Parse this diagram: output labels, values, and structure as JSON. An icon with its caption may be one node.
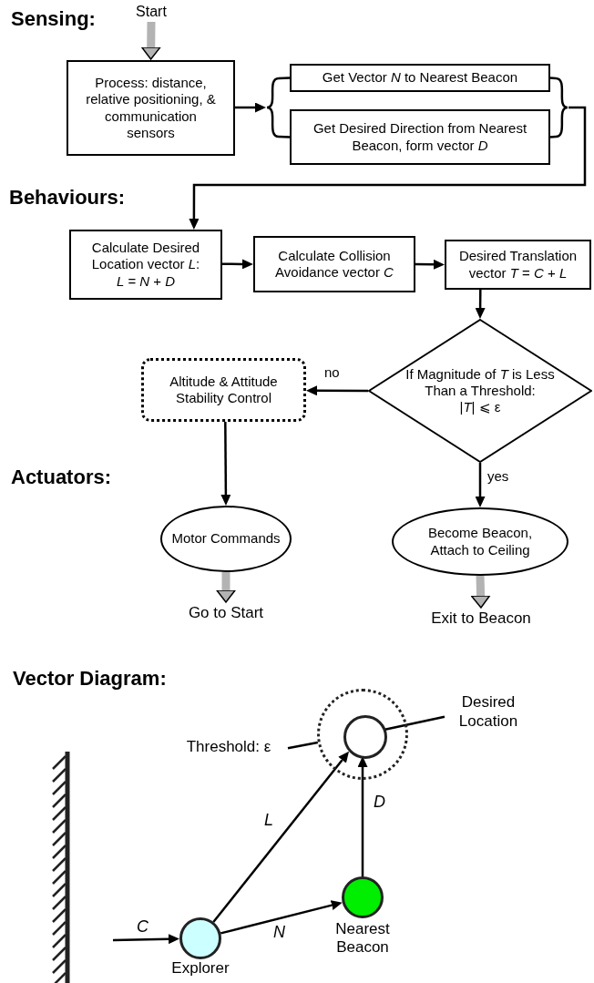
{
  "diagram": {
    "nodes": [
      {
        "text": [
          "Start"
        ]
      },
      {
        "text": [
          "Process: distance, relative positioning, & communication sensors"
        ]
      },
      {
        "text": [],
        "shape": "brace"
      },
      {
        "text": [
          "Get Vector *N* to Nearest Beacon"
        ]
      },
      {
        "text": [
          "Get Desired Direction from Nearest Beacon, form vector *D*"
        ]
      },
      {
        "text": [],
        "shape": "brace"
      },
      {
        "text": [
          "Calculate Desired Location vector *L*:",
          "*L* = *N* + *D*"
        ]
      },
      {
        "text": [
          "Calculate Collision Avoidance vector *C*"
        ]
      },
      {
        "text": [
          "Desired Translation vector *T* = *C* + *L*"
        ]
      },
      {
        "text": [
          "If Magnitude of *T* is Less Than a Threshold:",
          "|*T*| ⩽ ε"
        ]
      },
      {
        "text": [
          "Altitude & Attitude Stability Control"
        ]
      },
      {
        "text": [
          "Motor Commands"
        ]
      },
      {
        "text": [
          "Become Beacon, Attach to Ceiling"
        ]
      },
      {
        "text": [
          "Go to Start"
        ]
      },
      {
        "text": [
          "Exit to Beacon"
        ]
      },
      {
        "text": [],
        "shape": "circle"
      },
      {
        "text": [],
        "shape": "circle",
        "in": 15
      },
      {
        "text": [
          "Desired Location"
        ]
      },
      {
        "text": [
          "Threshold: ε"
        ]
      },
      {
        "text": [],
        "shape": "circle",
        "beside": [
          "Nearest Beacon"
        ]
      },
      {
        "text": [],
        "shape": "circle",
        "beside": [
          "Explorer"
        ]
      }
    ],
    "edges": [
      {
        "from": 0,
        "to": 1,
        "arrow": "to",
        "style": "thick",
        "color": "#b3b3b3"
      },
      {
        "from": 1,
        "to": 2,
        "arrow": "to"
      },
      {
        "from": 2,
        "to": 3,
        "arrow": "none"
      },
      {
        "from": 2,
        "to": 4,
        "arrow": "none"
      },
      {
        "from": 3,
        "to": 5,
        "arrow": "none"
      },
      {
        "from": 4,
        "to": 5,
        "arrow": "none"
      },
      {
        "from": 5,
        "to": 6,
        "arrow": "to"
      },
      {
        "from": 6,
        "to": 7,
        "arrow": "to"
      },
      {
        "from": 7,
        "to": 8,
        "arrow": "to"
      },
      {
        "from": 8,
        "to": 9,
        "arrow": "to"
      },
      {
        "from": 9,
        "to": 10,
        "arrow": "to",
        "label": "no"
      },
      {
        "from": 9,
        "to": 12,
        "arrow": "to",
        "label": "yes"
      },
      {
        "from": 10,
        "to": 11,
        "arrow": "to"
      },
      {
        "from": 11,
        "to": 13,
        "arrow": "to",
        "style": "thick",
        "color": "#b3b3b3"
      },
      {
        "from": 12,
        "to": 14,
        "arrow": "to",
        "style": "thick",
        "color": "#b3b3b3"
      },
      {
        "from": 20,
        "to": 16,
        "arrow": "to",
        "label": "*L*"
      },
      {
        "from": 20,
        "to": 19,
        "arrow": "to",
        "label": "*N*"
      },
      {
        "from": 19,
        "to": 16,
        "arrow": "to",
        "label": "*D*"
      },
      {
        "from": null,
        "to": 20,
        "arrow": "to",
        "label": "*C*"
      },
      {
        "from": 17,
        "to": 16,
        "arrow": "none"
      },
      {
        "from": 18,
        "to": 15,
        "arrow": "none"
      }
    ],
    "labels": [
      "Sensing:",
      "Behaviours:",
      "Actuators:",
      "Vector Diagram:"
    ]
  }
}
